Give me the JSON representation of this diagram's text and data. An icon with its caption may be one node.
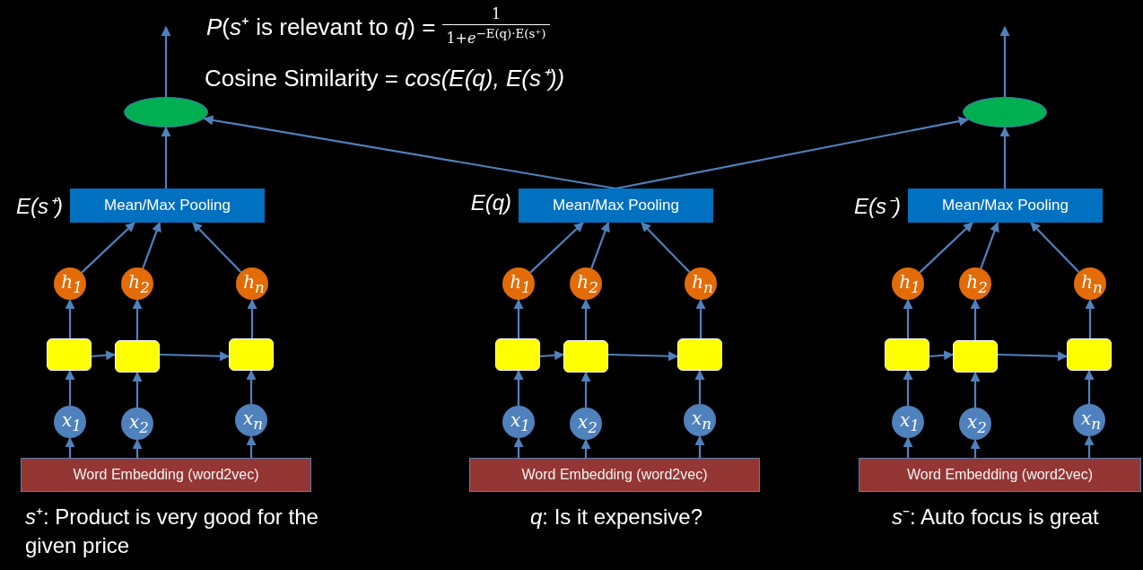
{
  "diagram": {
    "nodes": [
      {
        "text": [],
        "shape": "ellipse"
      },
      {
        "text": [],
        "shape": "ellipse"
      },
      {
        "text": [
          "Mean/Max Pooling"
        ],
        "beside": [
          "E(s⁺)"
        ]
      },
      {
        "text": [
          "h$_{1}$"
        ]
      },
      {
        "text": [
          "h$_{2}$"
        ]
      },
      {
        "text": [
          "h$_{n}$"
        ]
      },
      {
        "text": [],
        "shape": "box"
      },
      {
        "text": [],
        "shape": "box"
      },
      {
        "text": [],
        "shape": "box"
      },
      {
        "text": [
          "x$_{1}$"
        ]
      },
      {
        "text": [
          "x$_{2}$"
        ]
      },
      {
        "text": [
          "x$_{n}$"
        ]
      },
      {
        "text": [
          "Word Embedding (word2vec)"
        ],
        "beside": [
          "*s*⁺: Product is very good for the given price"
        ]
      },
      {
        "text": [
          "Mean/Max Pooling"
        ],
        "beside": [
          "E(q)"
        ]
      },
      {
        "text": [
          "h$_{1}$"
        ]
      },
      {
        "text": [
          "h$_{2}$"
        ]
      },
      {
        "text": [
          "h$_{n}$"
        ]
      },
      {
        "text": [],
        "shape": "box"
      },
      {
        "text": [],
        "shape": "box"
      },
      {
        "text": [],
        "shape": "box"
      },
      {
        "text": [
          "x$_{1}$"
        ]
      },
      {
        "text": [
          "x$_{2}$"
        ]
      },
      {
        "text": [
          "x$_{n}$"
        ]
      },
      {
        "text": [
          "Word Embedding (word2vec)"
        ],
        "beside": [
          "*q*: Is it expensive?"
        ]
      },
      {
        "text": [
          "Mean/Max Pooling"
        ],
        "beside": [
          "E(s⁻)"
        ]
      },
      {
        "text": [
          "h$_{1}$"
        ]
      },
      {
        "text": [
          "h$_{2}$"
        ]
      },
      {
        "text": [
          "h$_{n}$"
        ]
      },
      {
        "text": [],
        "shape": "box"
      },
      {
        "text": [],
        "shape": "box"
      },
      {
        "text": [],
        "shape": "box"
      },
      {
        "text": [
          "x$_{1}$"
        ]
      },
      {
        "text": [
          "x$_{2}$"
        ]
      },
      {
        "text": [
          "x$_{n}$"
        ]
      },
      {
        "text": [
          "Word Embedding (word2vec)"
        ],
        "beside": [
          "*s*⁻: Auto focus is great"
        ]
      }
    ],
    "edges": [
      {
        "from": 0,
        "to": null,
        "arrow": "to"
      },
      {
        "from": 1,
        "to": null,
        "arrow": "to"
      },
      {
        "from": 2,
        "to": 0,
        "arrow": "to"
      },
      {
        "from": 13,
        "to": 0,
        "arrow": "to"
      },
      {
        "from": 13,
        "to": 1,
        "arrow": "to"
      },
      {
        "from": 24,
        "to": 1,
        "arrow": "to"
      },
      {
        "from": 12,
        "to": 9,
        "arrow": "to"
      },
      {
        "from": 12,
        "to": 10,
        "arrow": "to"
      },
      {
        "from": 12,
        "to": 11,
        "arrow": "to"
      },
      {
        "from": 9,
        "to": 6,
        "arrow": "to"
      },
      {
        "from": 10,
        "to": 7,
        "arrow": "to"
      },
      {
        "from": 11,
        "to": 8,
        "arrow": "to"
      },
      {
        "from": 6,
        "to": 7,
        "arrow": "to"
      },
      {
        "from": 7,
        "to": 8,
        "arrow": "to"
      },
      {
        "from": 6,
        "to": 3,
        "arrow": "to"
      },
      {
        "from": 7,
        "to": 4,
        "arrow": "to"
      },
      {
        "from": 8,
        "to": 5,
        "arrow": "to"
      },
      {
        "from": 3,
        "to": 2,
        "arrow": "to"
      },
      {
        "from": 4,
        "to": 2,
        "arrow": "to"
      },
      {
        "from": 5,
        "to": 2,
        "arrow": "to"
      },
      {
        "from": 23,
        "to": 20,
        "arrow": "to"
      },
      {
        "from": 23,
        "to": 21,
        "arrow": "to"
      },
      {
        "from": 23,
        "to": 22,
        "arrow": "to"
      },
      {
        "from": 20,
        "to": 17,
        "arrow": "to"
      },
      {
        "from": 21,
        "to": 18,
        "arrow": "to"
      },
      {
        "from": 22,
        "to": 19,
        "arrow": "to"
      },
      {
        "from": 17,
        "to": 18,
        "arrow": "to"
      },
      {
        "from": 18,
        "to": 19,
        "arrow": "to"
      },
      {
        "from": 17,
        "to": 14,
        "arrow": "to"
      },
      {
        "from": 18,
        "to": 15,
        "arrow": "to"
      },
      {
        "from": 19,
        "to": 16,
        "arrow": "to"
      },
      {
        "from": 14,
        "to": 13,
        "arrow": "to"
      },
      {
        "from": 15,
        "to": 13,
        "arrow": "to"
      },
      {
        "from": 16,
        "to": 13,
        "arrow": "to"
      },
      {
        "from": 34,
        "to": 31,
        "arrow": "to"
      },
      {
        "from": 34,
        "to": 32,
        "arrow": "to"
      },
      {
        "from": 34,
        "to": 33,
        "arrow": "to"
      },
      {
        "from": 31,
        "to": 28,
        "arrow": "to"
      },
      {
        "from": 32,
        "to": 29,
        "arrow": "to"
      },
      {
        "from": 33,
        "to": 30,
        "arrow": "to"
      },
      {
        "from": 28,
        "to": 29,
        "arrow": "to"
      },
      {
        "from": 29,
        "to": 30,
        "arrow": "to"
      },
      {
        "from": 28,
        "to": 25,
        "arrow": "to"
      },
      {
        "from": 29,
        "to": 26,
        "arrow": "to"
      },
      {
        "from": 30,
        "to": 27,
        "arrow": "to"
      },
      {
        "from": 25,
        "to": 24,
        "arrow": "to"
      },
      {
        "from": 26,
        "to": 24,
        "arrow": "to"
      },
      {
        "from": 27,
        "to": 24,
        "arrow": "to"
      }
    ],
    "labels": [
      "*P*(*s*⁺ is relevant to *q*) =",
      "1",
      "1+*e*$^{−E(q)·E(s⁺)}$",
      "Cosine Similarity = *cos(E(q), E(s⁺))*"
    ]
  }
}
